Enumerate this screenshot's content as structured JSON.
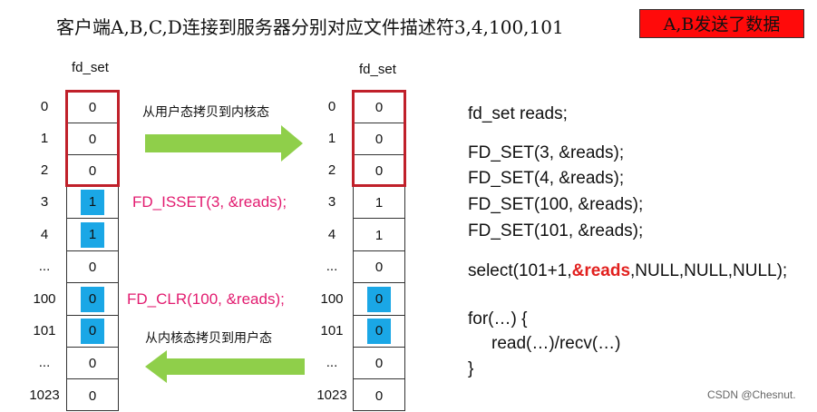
{
  "title": "客户端A,B,C,D连接到服务器分别对应文件描述符3,4,100,101",
  "badge": "A,B发送了数据",
  "colors": {
    "highlight": "#1aa7e6",
    "arrow": "#8fcf4a",
    "frame": "#c0202a",
    "badge": "#ff0a0a",
    "pink": "#e21b6f"
  },
  "left_set": {
    "label": "fd_set",
    "rows": [
      {
        "index": "0",
        "value": "0",
        "highlight": false
      },
      {
        "index": "1",
        "value": "0",
        "highlight": false
      },
      {
        "index": "2",
        "value": "0",
        "highlight": false
      },
      {
        "index": "3",
        "value": "1",
        "highlight": true
      },
      {
        "index": "4",
        "value": "1",
        "highlight": true
      },
      {
        "index": "...",
        "value": "0",
        "highlight": false
      },
      {
        "index": "100",
        "value": "0",
        "highlight": true
      },
      {
        "index": "101",
        "value": "0",
        "highlight": true
      },
      {
        "index": "...",
        "value": "0",
        "highlight": false
      },
      {
        "index": "1023",
        "value": "0",
        "highlight": false
      }
    ]
  },
  "right_set": {
    "label": "fd_set",
    "rows": [
      {
        "index": "0",
        "value": "0",
        "highlight": false
      },
      {
        "index": "1",
        "value": "0",
        "highlight": false
      },
      {
        "index": "2",
        "value": "0",
        "highlight": false
      },
      {
        "index": "3",
        "value": "1",
        "highlight": false
      },
      {
        "index": "4",
        "value": "1",
        "highlight": false
      },
      {
        "index": "...",
        "value": "0",
        "highlight": false
      },
      {
        "index": "100",
        "value": "0",
        "highlight": true
      },
      {
        "index": "101",
        "value": "0",
        "highlight": true
      },
      {
        "index": "...",
        "value": "0",
        "highlight": false
      },
      {
        "index": "1023",
        "value": "0",
        "highlight": false
      }
    ]
  },
  "arrows": {
    "to_kernel": "从用户态拷贝到内核态",
    "to_user": "从内核态拷贝到用户态"
  },
  "annotations": {
    "isset": "FD_ISSET(3, &reads);",
    "clr": "FD_CLR(100, &reads);"
  },
  "code": {
    "decl": "fd_set reads;",
    "set_lines": [
      "FD_SET(3, &reads);",
      "FD_SET(4, &reads);",
      "FD_SET(100, &reads);",
      "FD_SET(101, &reads);"
    ],
    "select_pre": "select(101+1,",
    "select_red": "&reads",
    "select_post": ",NULL,NULL,NULL);",
    "for_line": "for(…) {",
    "body_line": "read(…)/recv(…)",
    "close_line": "}"
  },
  "watermark": "CSDN @Chesnut."
}
